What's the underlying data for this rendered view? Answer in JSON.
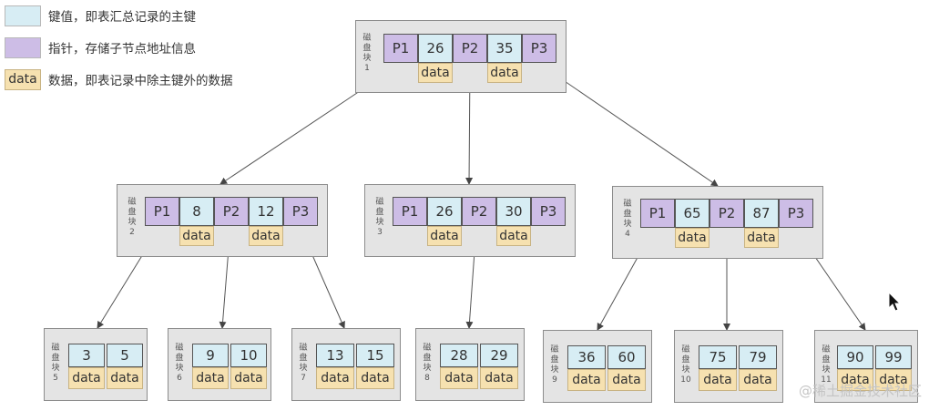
{
  "legend": [
    {
      "swatch": "",
      "text": "键值，即表汇总记录的主键",
      "color": "#d7edf4"
    },
    {
      "swatch": "",
      "text": "指针，存储子节点地址信息",
      "color": "#cdbde6"
    },
    {
      "swatch": "data",
      "text": "数据，即表记录中除主键外的数据",
      "color": "#f6e1b0"
    }
  ],
  "tree": {
    "root": {
      "label": "磁盘块1",
      "cells": [
        "P1",
        "26",
        "P2",
        "35",
        "P3"
      ],
      "data": [
        "data",
        "data"
      ]
    },
    "level2": [
      {
        "label": "磁盘块2",
        "cells": [
          "P1",
          "8",
          "P2",
          "12",
          "P3"
        ],
        "data": [
          "data",
          "data"
        ]
      },
      {
        "label": "磁盘块3",
        "cells": [
          "P1",
          "26",
          "P2",
          "30",
          "P3"
        ],
        "data": [
          "data",
          "data"
        ]
      },
      {
        "label": "磁盘块4",
        "cells": [
          "P1",
          "65",
          "P2",
          "87",
          "P3"
        ],
        "data": [
          "data",
          "data"
        ]
      }
    ],
    "leaves": [
      {
        "label": "磁盘块5",
        "keys": [
          "3",
          "5"
        ],
        "data": [
          "data",
          "data"
        ]
      },
      {
        "label": "磁盘块6",
        "keys": [
          "9",
          "10"
        ],
        "data": [
          "data",
          "data"
        ]
      },
      {
        "label": "磁盘块7",
        "keys": [
          "13",
          "15"
        ],
        "data": [
          "data",
          "data"
        ]
      },
      {
        "label": "磁盘块8",
        "keys": [
          "28",
          "29"
        ],
        "data": [
          "data",
          "data"
        ]
      },
      {
        "label": "磁盘块9",
        "keys": [
          "36",
          "60"
        ],
        "data": [
          "data",
          "data"
        ]
      },
      {
        "label": "磁盘块10",
        "keys": [
          "75",
          "79"
        ],
        "data": [
          "data",
          "data"
        ]
      },
      {
        "label": "磁盘块11",
        "keys": [
          "90",
          "99"
        ],
        "data": [
          "data",
          "data"
        ]
      }
    ]
  },
  "watermark": "@稀土掘金技术社区",
  "colors": {
    "key": "#d7edf4",
    "pointer": "#cdbde6",
    "data": "#f6e1b0",
    "block": "#e4e4e4"
  }
}
